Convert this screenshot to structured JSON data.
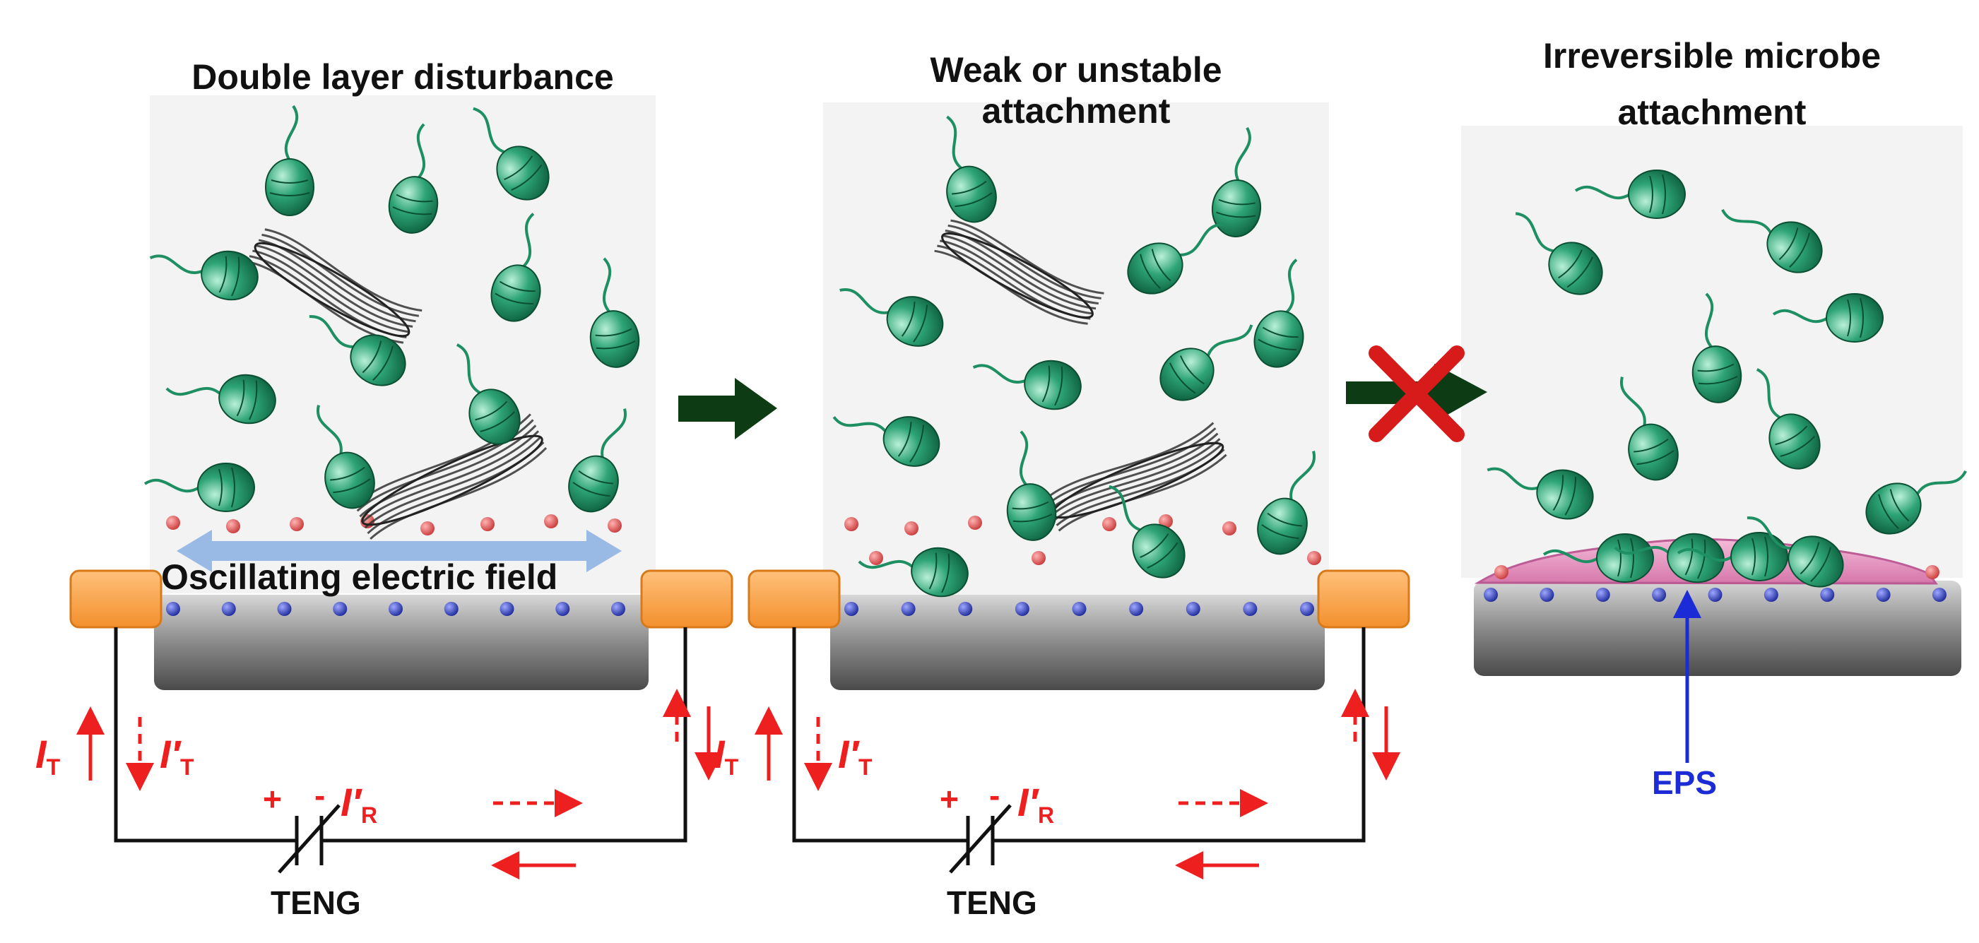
{
  "panels": [
    {
      "title": "Double layer disturbance"
    },
    {
      "title_line1": "Weak or unstable",
      "title_line2": "attachment"
    },
    {
      "title_line1": "Irreversible microbe",
      "title_line2": "attachment"
    }
  ],
  "labels": {
    "field": "Oscillating electric field",
    "teng": "TENG",
    "eps": "EPS",
    "plus": "+",
    "minus": "-",
    "current_I": "I",
    "current_Iprime": "I′",
    "sub_T": "T",
    "sub_R": "R"
  },
  "colors": {
    "current": "#ee1f1f",
    "microbe": "#1e8f63",
    "electrode": "#f7a54a",
    "substrate": "#777777",
    "dark_arrow": "#0d3b14",
    "field_arrow": "#8fb4e3",
    "eps": "#1b2bd6"
  }
}
